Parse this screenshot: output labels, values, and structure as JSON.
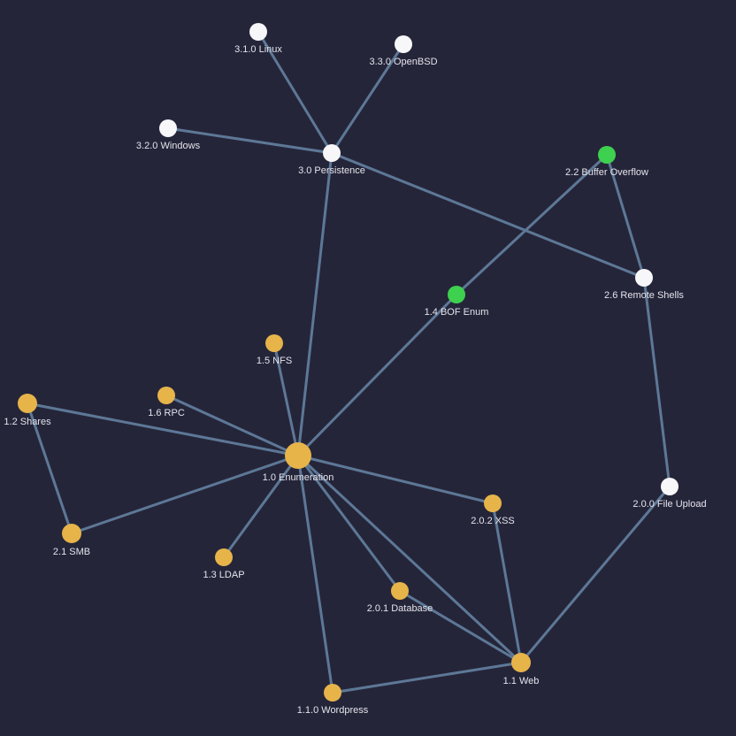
{
  "graph": {
    "colors": {
      "background": "#25253a",
      "edge": "#5d7896",
      "label": "#e4e4ec",
      "white": "#f7f7f9",
      "orange": "#e7b44a",
      "green": "#3ed04f"
    },
    "nodes": [
      {
        "id": "n-3-1-0",
        "label": "3.1.0 Linux",
        "color": "white"
      },
      {
        "id": "n-3-3-0",
        "label": "3.3.0 OpenBSD",
        "color": "white"
      },
      {
        "id": "n-3-2-0",
        "label": "3.2.0 Windows",
        "color": "white"
      },
      {
        "id": "n-3-0",
        "label": "3.0 Persistence",
        "color": "white"
      },
      {
        "id": "n-2-2",
        "label": "2.2 Buffer Overflow",
        "color": "green"
      },
      {
        "id": "n-1-4",
        "label": "1.4 BOF Enum",
        "color": "green"
      },
      {
        "id": "n-2-6",
        "label": "2.6 Remote Shells",
        "color": "white"
      },
      {
        "id": "n-1-5",
        "label": "1.5 NFS",
        "color": "orange"
      },
      {
        "id": "n-1-6",
        "label": "1.6 RPC",
        "color": "orange"
      },
      {
        "id": "n-1-2",
        "label": "1.2 Shares",
        "color": "orange"
      },
      {
        "id": "n-1-0",
        "label": "1.0 Enumeration",
        "color": "orange"
      },
      {
        "id": "n-2-0-0",
        "label": "2.0.0 File Upload",
        "color": "white"
      },
      {
        "id": "n-2-0-2",
        "label": "2.0.2 XSS",
        "color": "orange"
      },
      {
        "id": "n-2-1",
        "label": "2.1 SMB",
        "color": "orange"
      },
      {
        "id": "n-1-3",
        "label": "1.3 LDAP",
        "color": "orange"
      },
      {
        "id": "n-2-0-1",
        "label": "2.0.1 Database",
        "color": "orange"
      },
      {
        "id": "n-1-1",
        "label": "1.1 Web",
        "color": "orange"
      },
      {
        "id": "n-1-1-0",
        "label": "1.1.0 Wordpress",
        "color": "orange"
      }
    ],
    "edges": [
      {
        "from": "n-3-1-0",
        "to": "n-3-0"
      },
      {
        "from": "n-3-3-0",
        "to": "n-3-0"
      },
      {
        "from": "n-3-2-0",
        "to": "n-3-0"
      },
      {
        "from": "n-3-0",
        "to": "n-1-0"
      },
      {
        "from": "n-3-0",
        "to": "n-2-6"
      },
      {
        "from": "n-2-2",
        "to": "n-1-4"
      },
      {
        "from": "n-2-2",
        "to": "n-2-6"
      },
      {
        "from": "n-1-4",
        "to": "n-1-0"
      },
      {
        "from": "n-2-6",
        "to": "n-2-0-0"
      },
      {
        "from": "n-2-0-0",
        "to": "n-1-1"
      },
      {
        "from": "n-1-5",
        "to": "n-1-0"
      },
      {
        "from": "n-1-6",
        "to": "n-1-0"
      },
      {
        "from": "n-1-2",
        "to": "n-1-0"
      },
      {
        "from": "n-1-2",
        "to": "n-2-1"
      },
      {
        "from": "n-2-1",
        "to": "n-1-0"
      },
      {
        "from": "n-1-3",
        "to": "n-1-0"
      },
      {
        "from": "n-1-0",
        "to": "n-2-0-2"
      },
      {
        "from": "n-1-0",
        "to": "n-2-0-1"
      },
      {
        "from": "n-1-0",
        "to": "n-1-1"
      },
      {
        "from": "n-1-0",
        "to": "n-1-1-0"
      },
      {
        "from": "n-2-0-2",
        "to": "n-1-1"
      },
      {
        "from": "n-2-0-1",
        "to": "n-1-1"
      },
      {
        "from": "n-1-1-0",
        "to": "n-1-1"
      }
    ]
  }
}
